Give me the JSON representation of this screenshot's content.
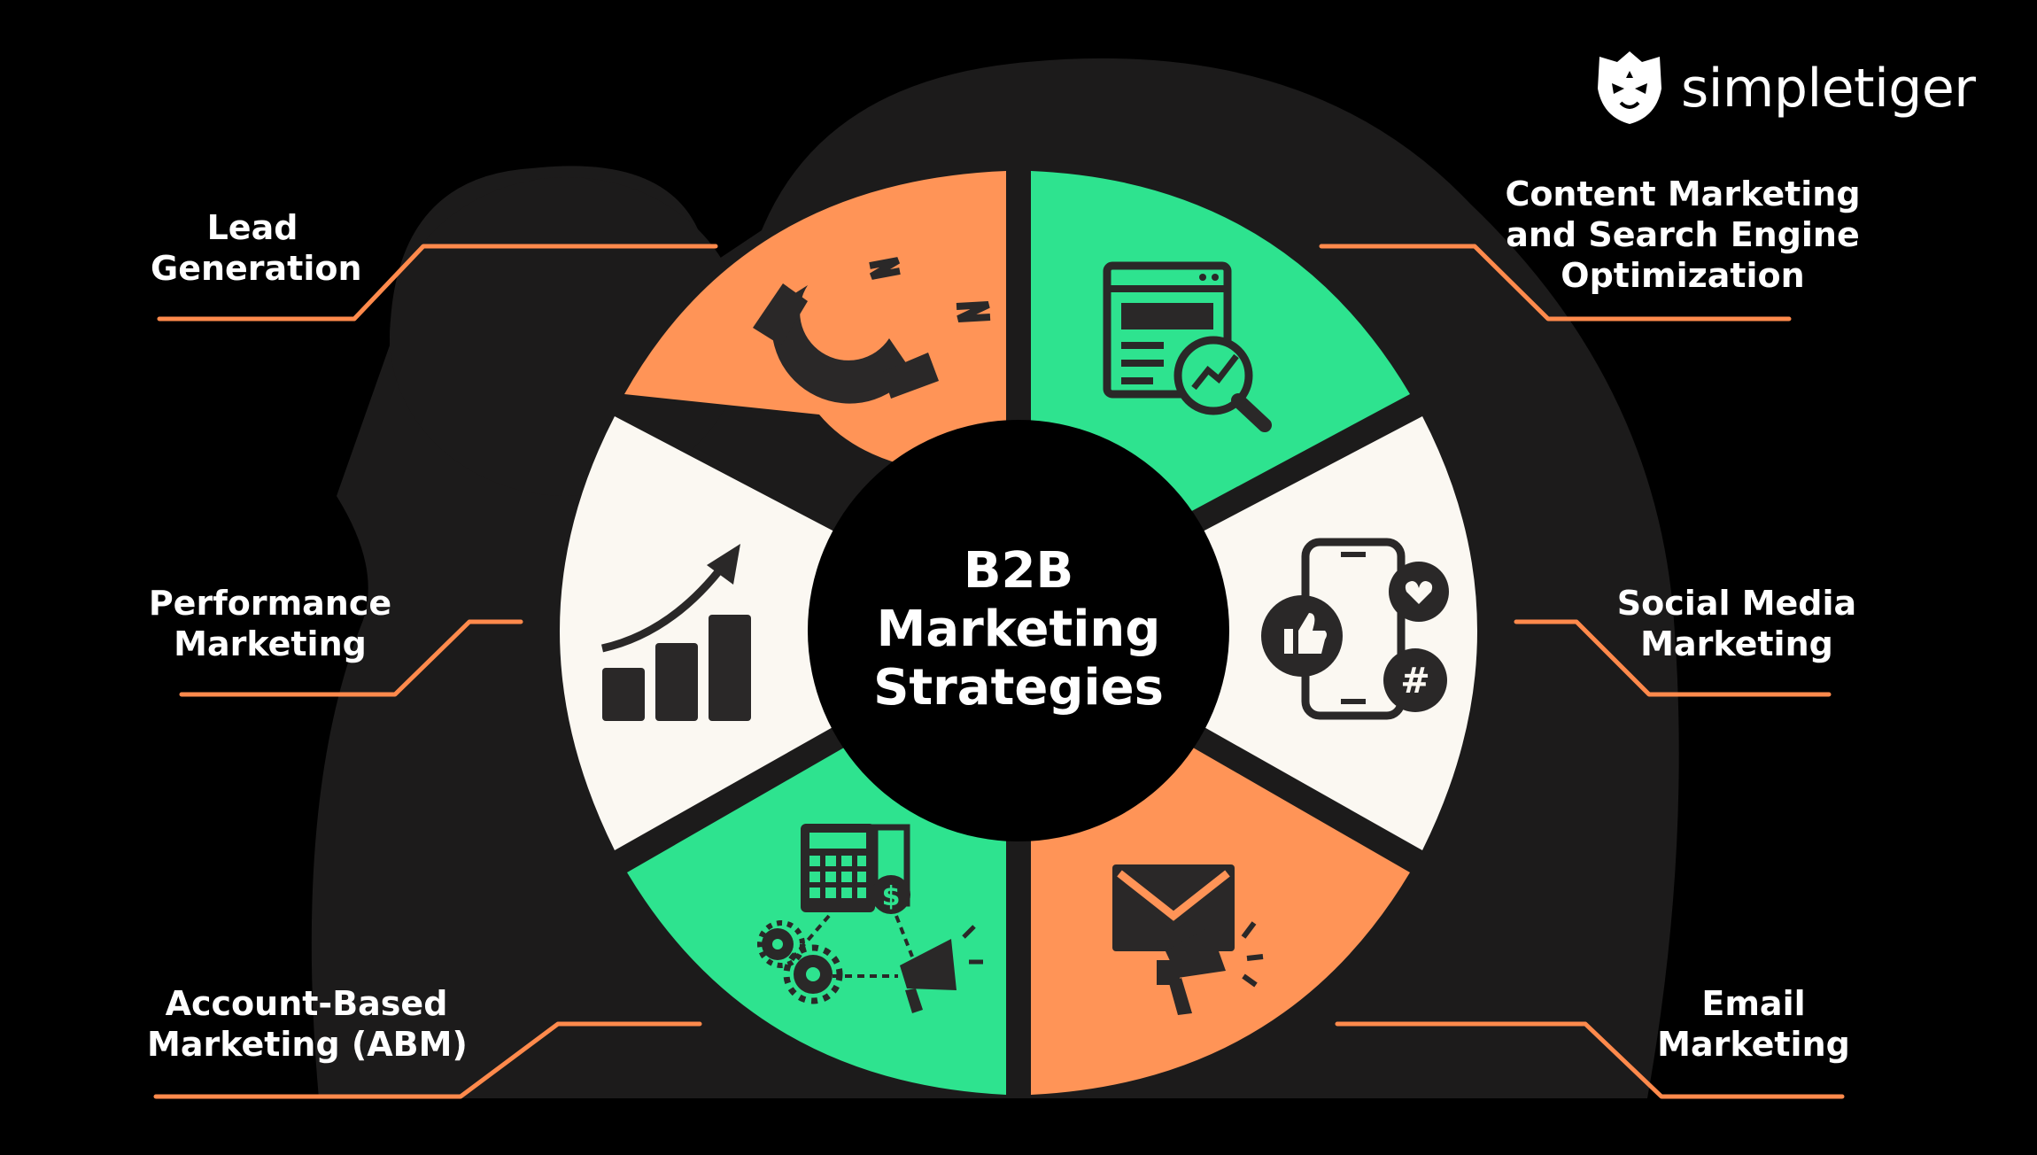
{
  "brand": {
    "name": "simpletiger"
  },
  "center": {
    "title_lines": [
      "B2B",
      "Marketing",
      "Strategies"
    ]
  },
  "segments": [
    {
      "id": "lead-generation",
      "label_lines": [
        "Lead",
        "Generation"
      ],
      "color": "#FF9457",
      "icon": "magnet-icon"
    },
    {
      "id": "content-marketing-seo",
      "label_lines": [
        "Content Marketing",
        "and Search Engine",
        "Optimization"
      ],
      "color": "#2EE38F",
      "icon": "seo-browser-magnifier-icon"
    },
    {
      "id": "social-media-marketing",
      "label_lines": [
        "Social Media",
        "Marketing"
      ],
      "color": "#FBF8F2",
      "icon": "smartphone-social-icon"
    },
    {
      "id": "email-marketing",
      "label_lines": [
        "Email",
        "Marketing"
      ],
      "color": "#FF9457",
      "icon": "envelope-megaphone-icon"
    },
    {
      "id": "account-based-marketing",
      "label_lines": [
        "Account-Based",
        "Marketing (ABM)"
      ],
      "color": "#2EE38F",
      "icon": "calculator-gears-megaphone-icon"
    },
    {
      "id": "performance-marketing",
      "label_lines": [
        "Performance",
        "Marketing"
      ],
      "color": "#FBF8F2",
      "icon": "growth-bar-chart-icon"
    }
  ],
  "colors": {
    "background": "#000000",
    "silhouette": "#1C1B1B",
    "orange": "#FF9457",
    "green": "#2EE38F",
    "cream": "#FBF8F2",
    "icon_dark": "#2A2828",
    "connector": "#FF8A4C",
    "hub": "#000000",
    "text": "#FFFFFF"
  }
}
